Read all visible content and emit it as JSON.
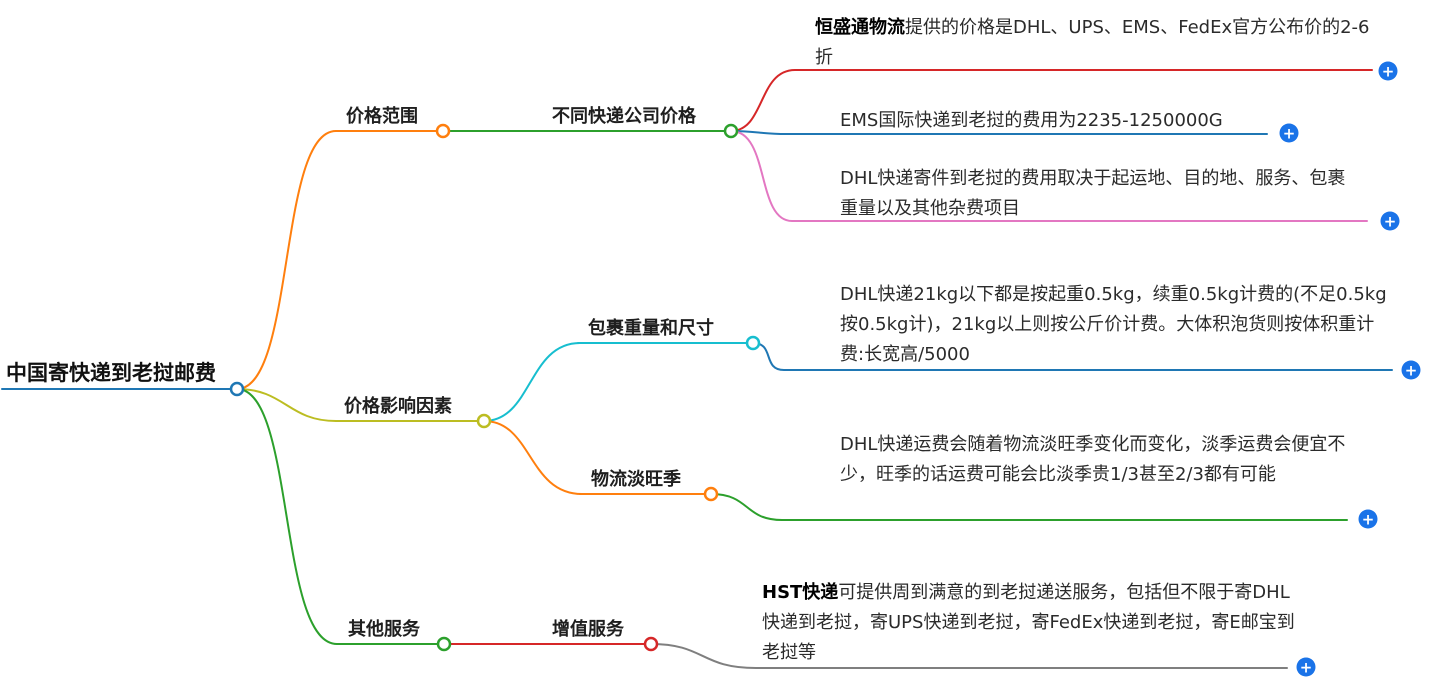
{
  "colors": {
    "root": "#1f77b4",
    "orange": "#ff7f0e",
    "green": "#2ca02c",
    "red": "#d62728",
    "blue": "#1f77b4",
    "pink": "#e377c2",
    "cyan": "#17becf",
    "olive": "#bcbd22",
    "gray": "#7f7f7f",
    "plus_button": "#1a73e8"
  },
  "plus": "+",
  "nodes": {
    "root": {
      "label": "中国寄快递到老挝邮费"
    },
    "price_range": {
      "label": "价格范围"
    },
    "company_prices": {
      "label": "不同快递公司价格"
    },
    "price_factors": {
      "label": "价格影响因素"
    },
    "weight_size": {
      "label": "包裹重量和尺寸"
    },
    "season": {
      "label": "物流淡旺季"
    },
    "other_services": {
      "label": "其他服务"
    },
    "value_added": {
      "label": "增值服务"
    }
  },
  "leaves": {
    "hengshengtong": {
      "bold": "恒盛通物流",
      "text": "提供的价格是DHL、UPS、EMS、FedEx官方公布价的2-6折"
    },
    "ems": {
      "text": "EMS国际快递到老挝的费用为2235-1250000G"
    },
    "dhl_cost": {
      "text": "DHL快递寄件到老挝的费用取决于起运地、目的地、服务、包裹重量以及其他杂费项目"
    },
    "weight_rule": {
      "text": "DHL快递21kg以下都是按起重0.5kg，续重0.5kg计费的(不足0.5kg按0.5kg计)，21kg以上则按公斤价计费。大体积泡货则按体积重计费:长宽高/5000"
    },
    "season_rule": {
      "text": "DHL快递运费会随着物流淡旺季变化而变化，淡季运费会便宜不少，旺季的话运费可能会比淡季贵1/3甚至2/3都有可能"
    },
    "hst": {
      "bold": "HST快递",
      "text": "可提供周到满意的到老挝递送服务，包括但不限于寄DHL快递到老挝，寄UPS快递到老挝，寄FedEx快递到老挝，寄E邮宝到老挝等"
    }
  }
}
